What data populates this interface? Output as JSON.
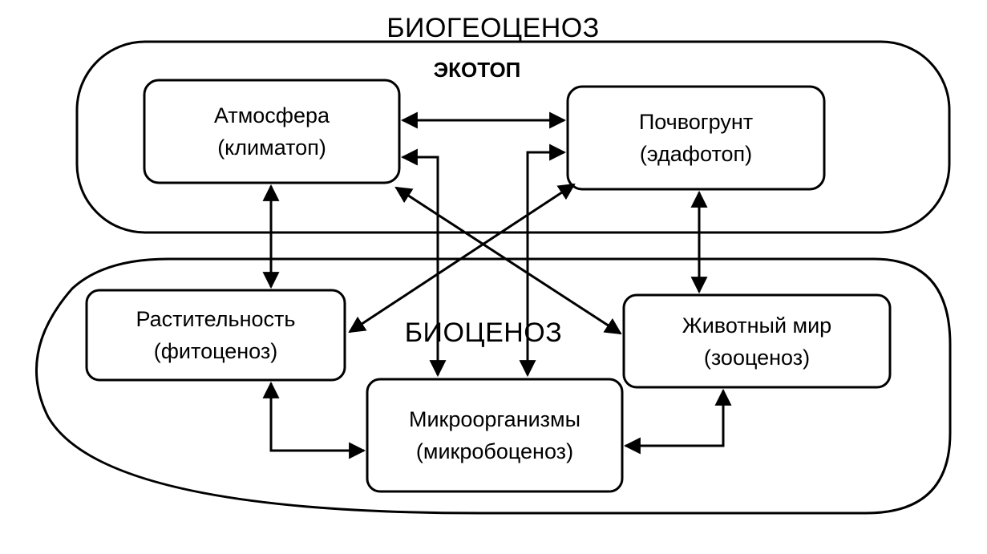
{
  "diagram": {
    "title": "БИОГЕОЦЕНОЗ",
    "ecotope_label": "ЭКОТОП",
    "biocenosis_label": "БИОЦЕНОЗ",
    "nodes": {
      "atmosphere": {
        "line1": "Атмосфера",
        "line2": "(климатоп)"
      },
      "soil": {
        "line1": "Почвогрунт",
        "line2": "(эдафотоп)"
      },
      "vegetation": {
        "line1": "Растительность",
        "line2": "(фитоценоз)"
      },
      "animals": {
        "line1": "Животный мир",
        "line2": "(зооценоз)"
      },
      "microorganisms": {
        "line1": "Микроорганизмы",
        "line2": "(микробоценоз)"
      }
    }
  }
}
